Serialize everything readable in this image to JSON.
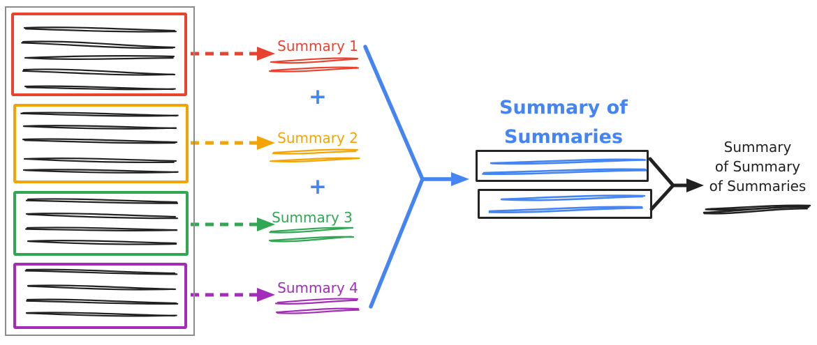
{
  "colors": {
    "red": "#e8432f",
    "orange": "#f3a403",
    "green": "#31a653",
    "purple": "#a32cb8",
    "blue": "#4484f3",
    "ink": "#212121",
    "container_border": "#8b8b8b"
  },
  "source_documents": {
    "chunk_count": 4,
    "chunk_colors": [
      "#e8432f",
      "#f3a403",
      "#31a653",
      "#a32cb8"
    ]
  },
  "summaries": [
    {
      "label": "Summary 1",
      "color": "#e8432f"
    },
    {
      "label": "Summary 2",
      "color": "#f3a403"
    },
    {
      "label": "Summary 3",
      "color": "#31a653"
    },
    {
      "label": "Summary 4",
      "color": "#a32cb8"
    }
  ],
  "operators": {
    "plus": "+"
  },
  "merged_summary": {
    "title_line_1": "Summary of",
    "title_line_2": "Summaries",
    "color": "#4484f3"
  },
  "final_summary": {
    "line_1": "Summary",
    "line_2": "of Summary",
    "line_3": "of Summaries",
    "color": "#1f1f1f"
  },
  "icons": {
    "dashed_arrow": "dashed-right-arrow-icon",
    "merge_funnel": "converging-lines-arrow-icon",
    "bracket_arrow": "converging-bracket-arrow-icon"
  }
}
